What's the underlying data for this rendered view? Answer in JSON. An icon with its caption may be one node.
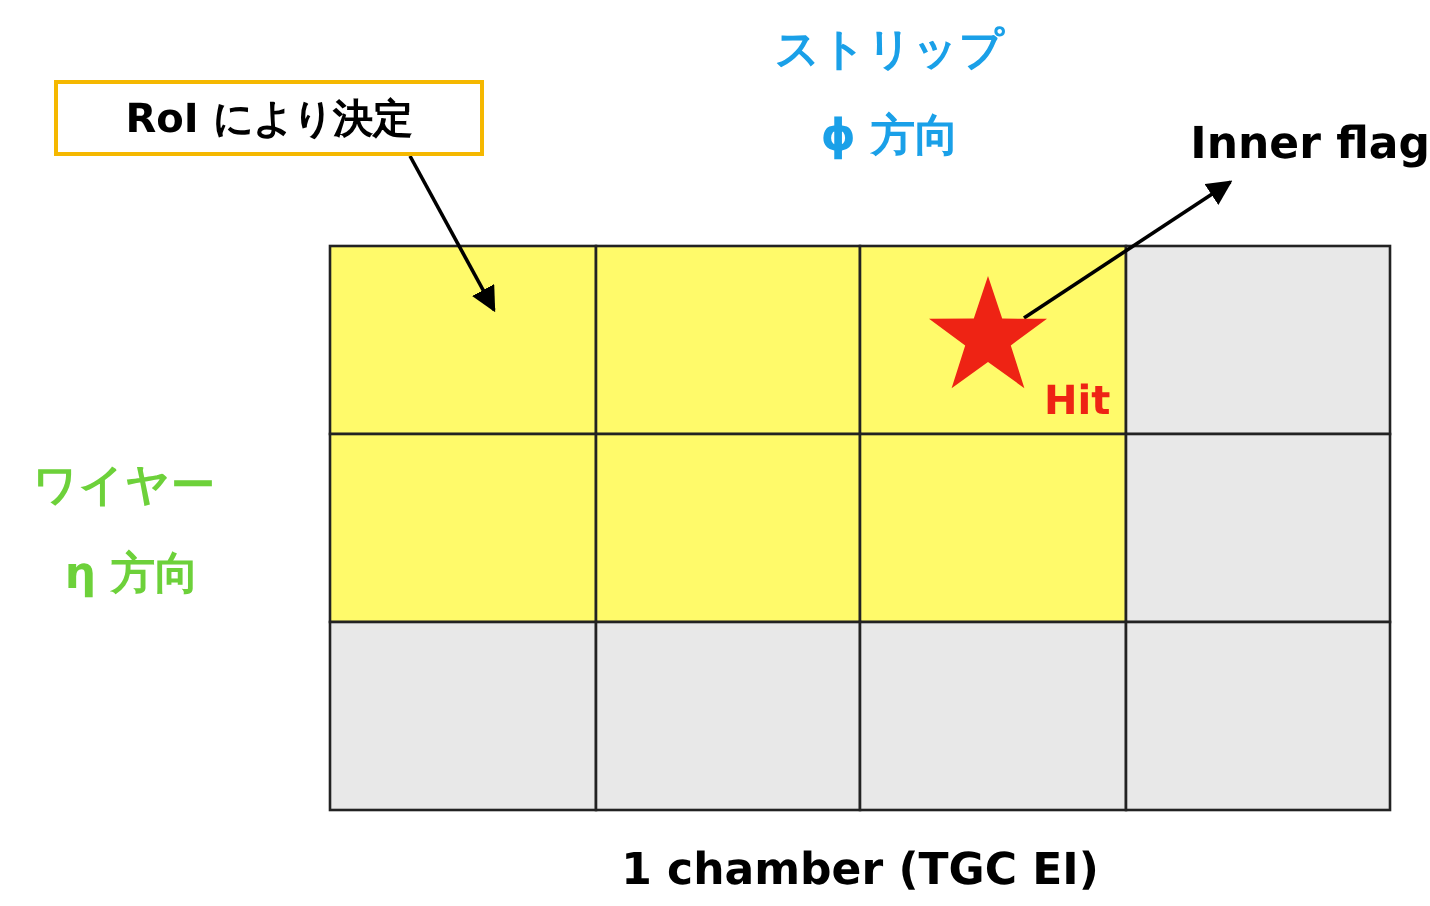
{
  "diagram": {
    "nodes": [
      {
        "text": [
          "RoI により決定"
        ]
      },
      {
        "text": [
          "Inner flag"
        ]
      },
      {
        "text": [],
        "shape": "star",
        "beside": [
          "Hit"
        ]
      }
    ],
    "edges": [
      {
        "from": 0,
        "to": null,
        "arrow": "to"
      },
      {
        "from": 2,
        "to": 1,
        "arrow": "to"
      }
    ],
    "labels": [
      "ストリップ",
      "ϕ 方向",
      "ワイヤー",
      "η 方向",
      "1 chamber (TGC EI)"
    ]
  }
}
